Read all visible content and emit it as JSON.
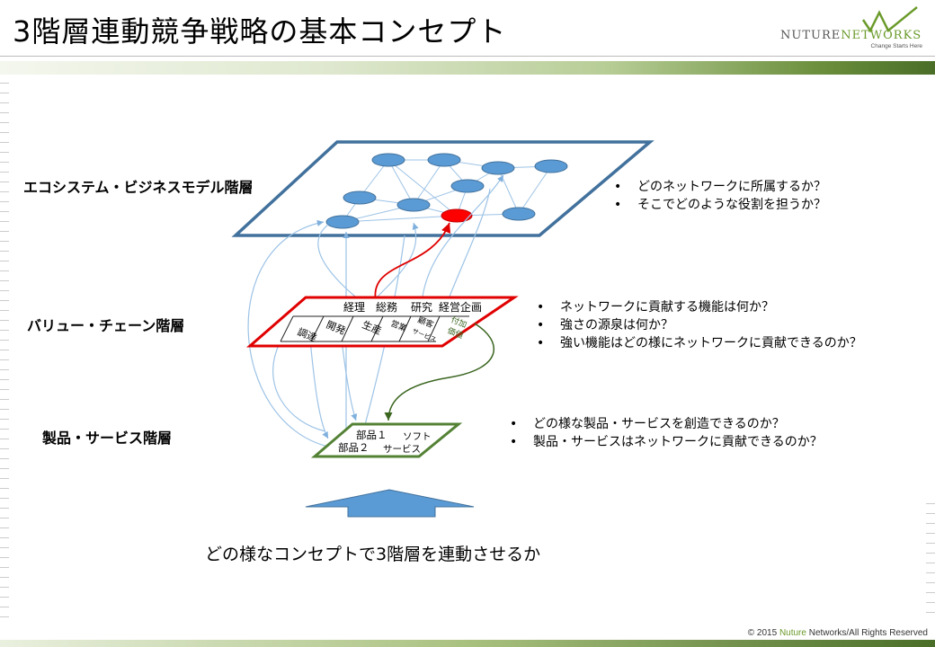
{
  "title": "3階層連動競争戦略の基本コンセプト",
  "logo": {
    "name_part1": "NUTURE",
    "name_part2": "NETWORKS",
    "tagline": "Change Starts Here"
  },
  "layers": {
    "ecosystem": {
      "label": "エコシステム・ビジネスモデル階層",
      "questions": [
        "どのネットワークに所属するか？",
        "そこでどのような役割を担うか？"
      ]
    },
    "value_chain": {
      "label": "バリュー・チェーン階層",
      "questions": [
        "ネットワークに貢献する機能は何か？",
        "強さの源泉は何か？",
        "強い機能はどの様にネットワークに貢献できるのか？"
      ],
      "top_functions": [
        "経理",
        "総務",
        "研究",
        "経営企画"
      ],
      "bottom_functions": [
        "調達",
        "開発",
        "生産",
        "営業",
        "顧客",
        "サービス"
      ],
      "added_value": [
        "付加",
        "価値"
      ]
    },
    "product": {
      "label": "製品・サービス階層",
      "questions": [
        "どの様な製品・サービスを創造できるのか？",
        "製品・サービスはネットワークに貢献できるのか？"
      ],
      "items": [
        "部品１",
        "ソフト",
        "部品２",
        "サービス"
      ]
    }
  },
  "bottom_question": "どの様なコンセプトで3階層を連動させるか",
  "copyright": {
    "prefix": "© 2015 ",
    "brand": "Nuture",
    "suffix": " Networks/All Rights Reserved"
  },
  "colors": {
    "ecosystem_border": "#41719c",
    "node_fill": "#5b9bd5",
    "highlight_node": "#ff0000",
    "value_chain_border": "#e00000",
    "product_border": "#548235",
    "connector": "#9dc3e6",
    "arrow_up": "#5b9bd5"
  }
}
